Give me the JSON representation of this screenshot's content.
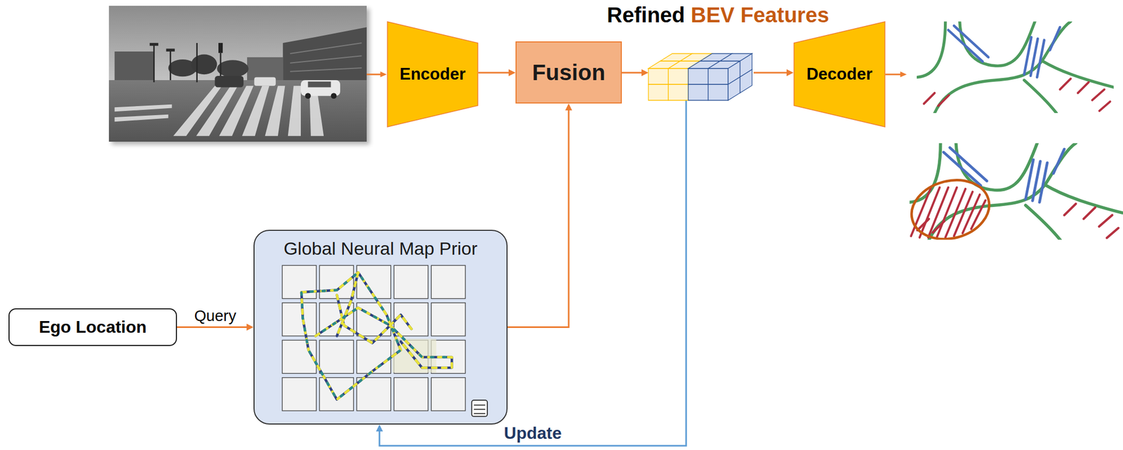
{
  "diagram": {
    "nodes": [
      {
        "text": [
          "Encoder"
        ]
      },
      {
        "text": [
          "Fusion"
        ]
      },
      {
        "text": [
          "Refined",
          "BEV Features"
        ]
      },
      {
        "text": [
          "Decoder"
        ]
      },
      {
        "text": [
          "Ego Location"
        ]
      },
      {
        "text": [
          "Global Neural Map Prior"
        ]
      }
    ],
    "edges": [
      {
        "from": 0,
        "to": 1,
        "arrow": "to"
      },
      {
        "from": 1,
        "to": 2,
        "arrow": "to"
      },
      {
        "from": 2,
        "to": 3,
        "arrow": "to"
      },
      {
        "from": 4,
        "to": 5,
        "arrow": "to",
        "label": "Query"
      },
      {
        "from": 5,
        "to": 1,
        "arrow": "to"
      },
      {
        "from": 2,
        "to": 5,
        "arrow": "to",
        "label": "Update"
      }
    ]
  }
}
